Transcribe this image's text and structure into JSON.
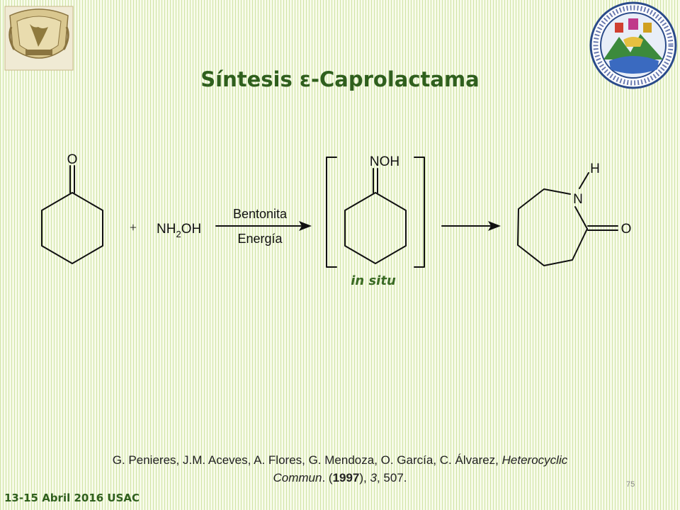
{
  "slide": {
    "title": "Síntesis ε-Caprolactama",
    "footer": "13-15 Abril 2016 USAC",
    "page_number": "75"
  },
  "scheme": {
    "reactant_oxygen": "O",
    "plus": "+",
    "reagent_nh": "NH",
    "reagent_sub": "2",
    "reagent_oh": "OH",
    "arrow_top_label": "Bentonita",
    "arrow_bottom_label": "Energía",
    "intermediate_group": "NOH",
    "intermediate_note": "in situ",
    "product_n": "N",
    "product_h": "H",
    "product_o": "O"
  },
  "citation": {
    "authors": "G. Penieres, J.M. Aceves, A. Flores, G. Mendoza, O. García, C. Álvarez,",
    "journal": "Heterocyclic Commun",
    "sep1": ". (",
    "year": "1997",
    "sep2": "), ",
    "volume": "3",
    "pages": ", 507."
  },
  "colors": {
    "title_green": "#2f5f1d",
    "stripe_green": "#cfe3a4"
  },
  "icons": {
    "left_logo": "unam-crest-icon",
    "right_logo": "usac-seal-icon"
  }
}
